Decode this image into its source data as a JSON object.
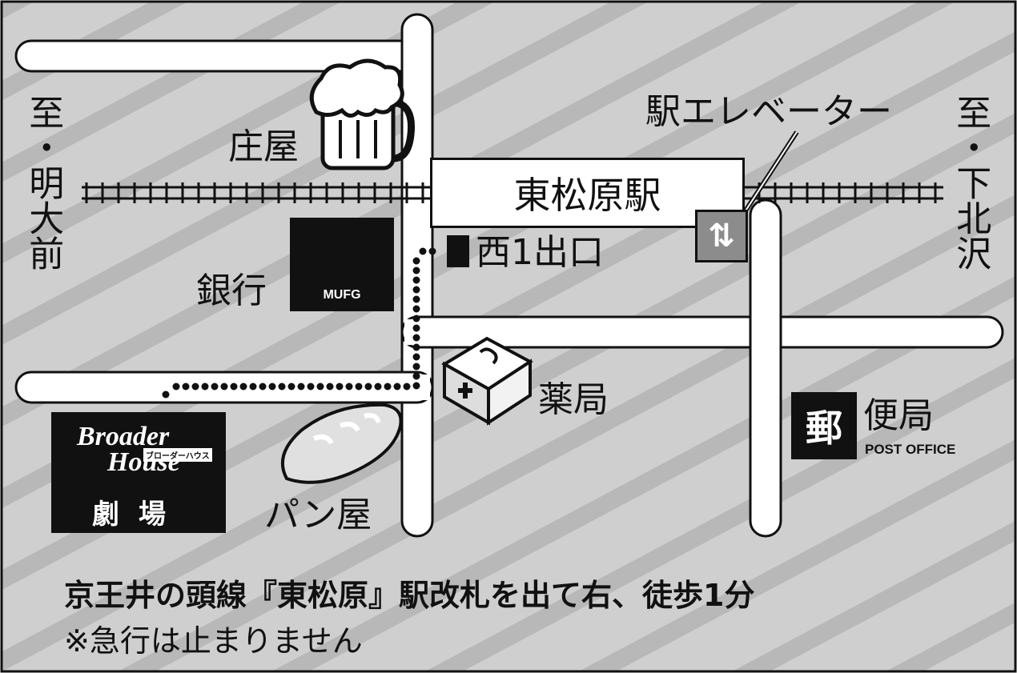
{
  "station": {
    "name": "東松原駅"
  },
  "directions": {
    "left": "至・明大前",
    "right": "至・下北沢"
  },
  "landmarks": {
    "izakaya": "庄屋",
    "elevator": "駅エレベーター",
    "elevator_icon": "up-down-arrows-icon",
    "exit": "西1出口",
    "bank_label": "銀行",
    "bank_logo_text": "MUFG",
    "pharmacy": "薬局",
    "post_office_mark": "郵",
    "post_office_label": "便局",
    "post_office_en": "POST OFFICE",
    "bakery": "パン屋",
    "theater": {
      "line1": "Broader",
      "line2": "House",
      "kana": "ブローダーハウス",
      "kanji": "劇場"
    }
  },
  "notes": {
    "access": "京王井の頭線『東松原』駅改札を出て右、徒歩1分",
    "express": "※急行は止まりません"
  },
  "colors": {
    "background": "#cfcfcf",
    "stripe": "#b8b8b8",
    "road": "#ffffff",
    "ink": "#111111",
    "elevator": "#8c8c8c"
  }
}
